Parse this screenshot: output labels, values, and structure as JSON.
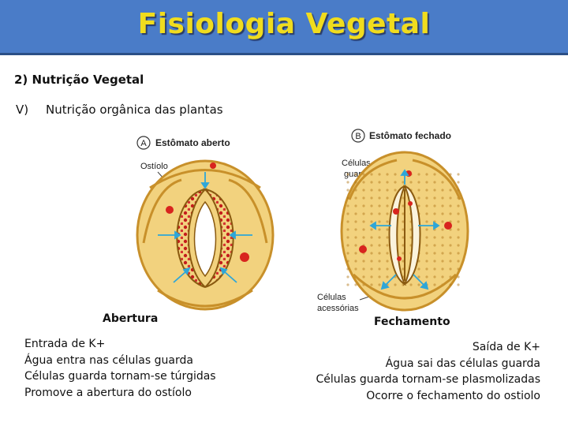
{
  "header": {
    "title": "Fisiologia Vegetal"
  },
  "section": {
    "title": "2) Nutrição Vegetal"
  },
  "subsection": {
    "number": "V)",
    "title": "Nutrição orgânica das plantas"
  },
  "diagram_a": {
    "letter": "A",
    "title": "Estômato aberto",
    "ostiolo_label": "Ostíolo",
    "caption": "Abertura"
  },
  "diagram_b": {
    "letter": "B",
    "title": "Estômato fechado",
    "guard_label_1": "Células-",
    "guard_label_2": "guarda",
    "acc_label_1": "Células",
    "acc_label_2": "acessórias",
    "caption": "Fechamento"
  },
  "left_text": [
    "Entrada de K+",
    "Água entra nas células guarda",
    "Células guarda tornam-se túrgidas",
    "Promove a abertura do ostíolo"
  ],
  "right_text": [
    "Saída de K+",
    "Água sai das células guarda",
    "Células guarda tornam-se plasmolizadas",
    "Ocorre o fechamento do ostiolo"
  ],
  "colors": {
    "header_bg": "#4a7cc8",
    "title": "#f0dc1e",
    "cell_fill": "#f2d27e",
    "cell_wall": "#c8902a",
    "nucleus": "#d8241e",
    "arrow": "#2ea6d8"
  }
}
